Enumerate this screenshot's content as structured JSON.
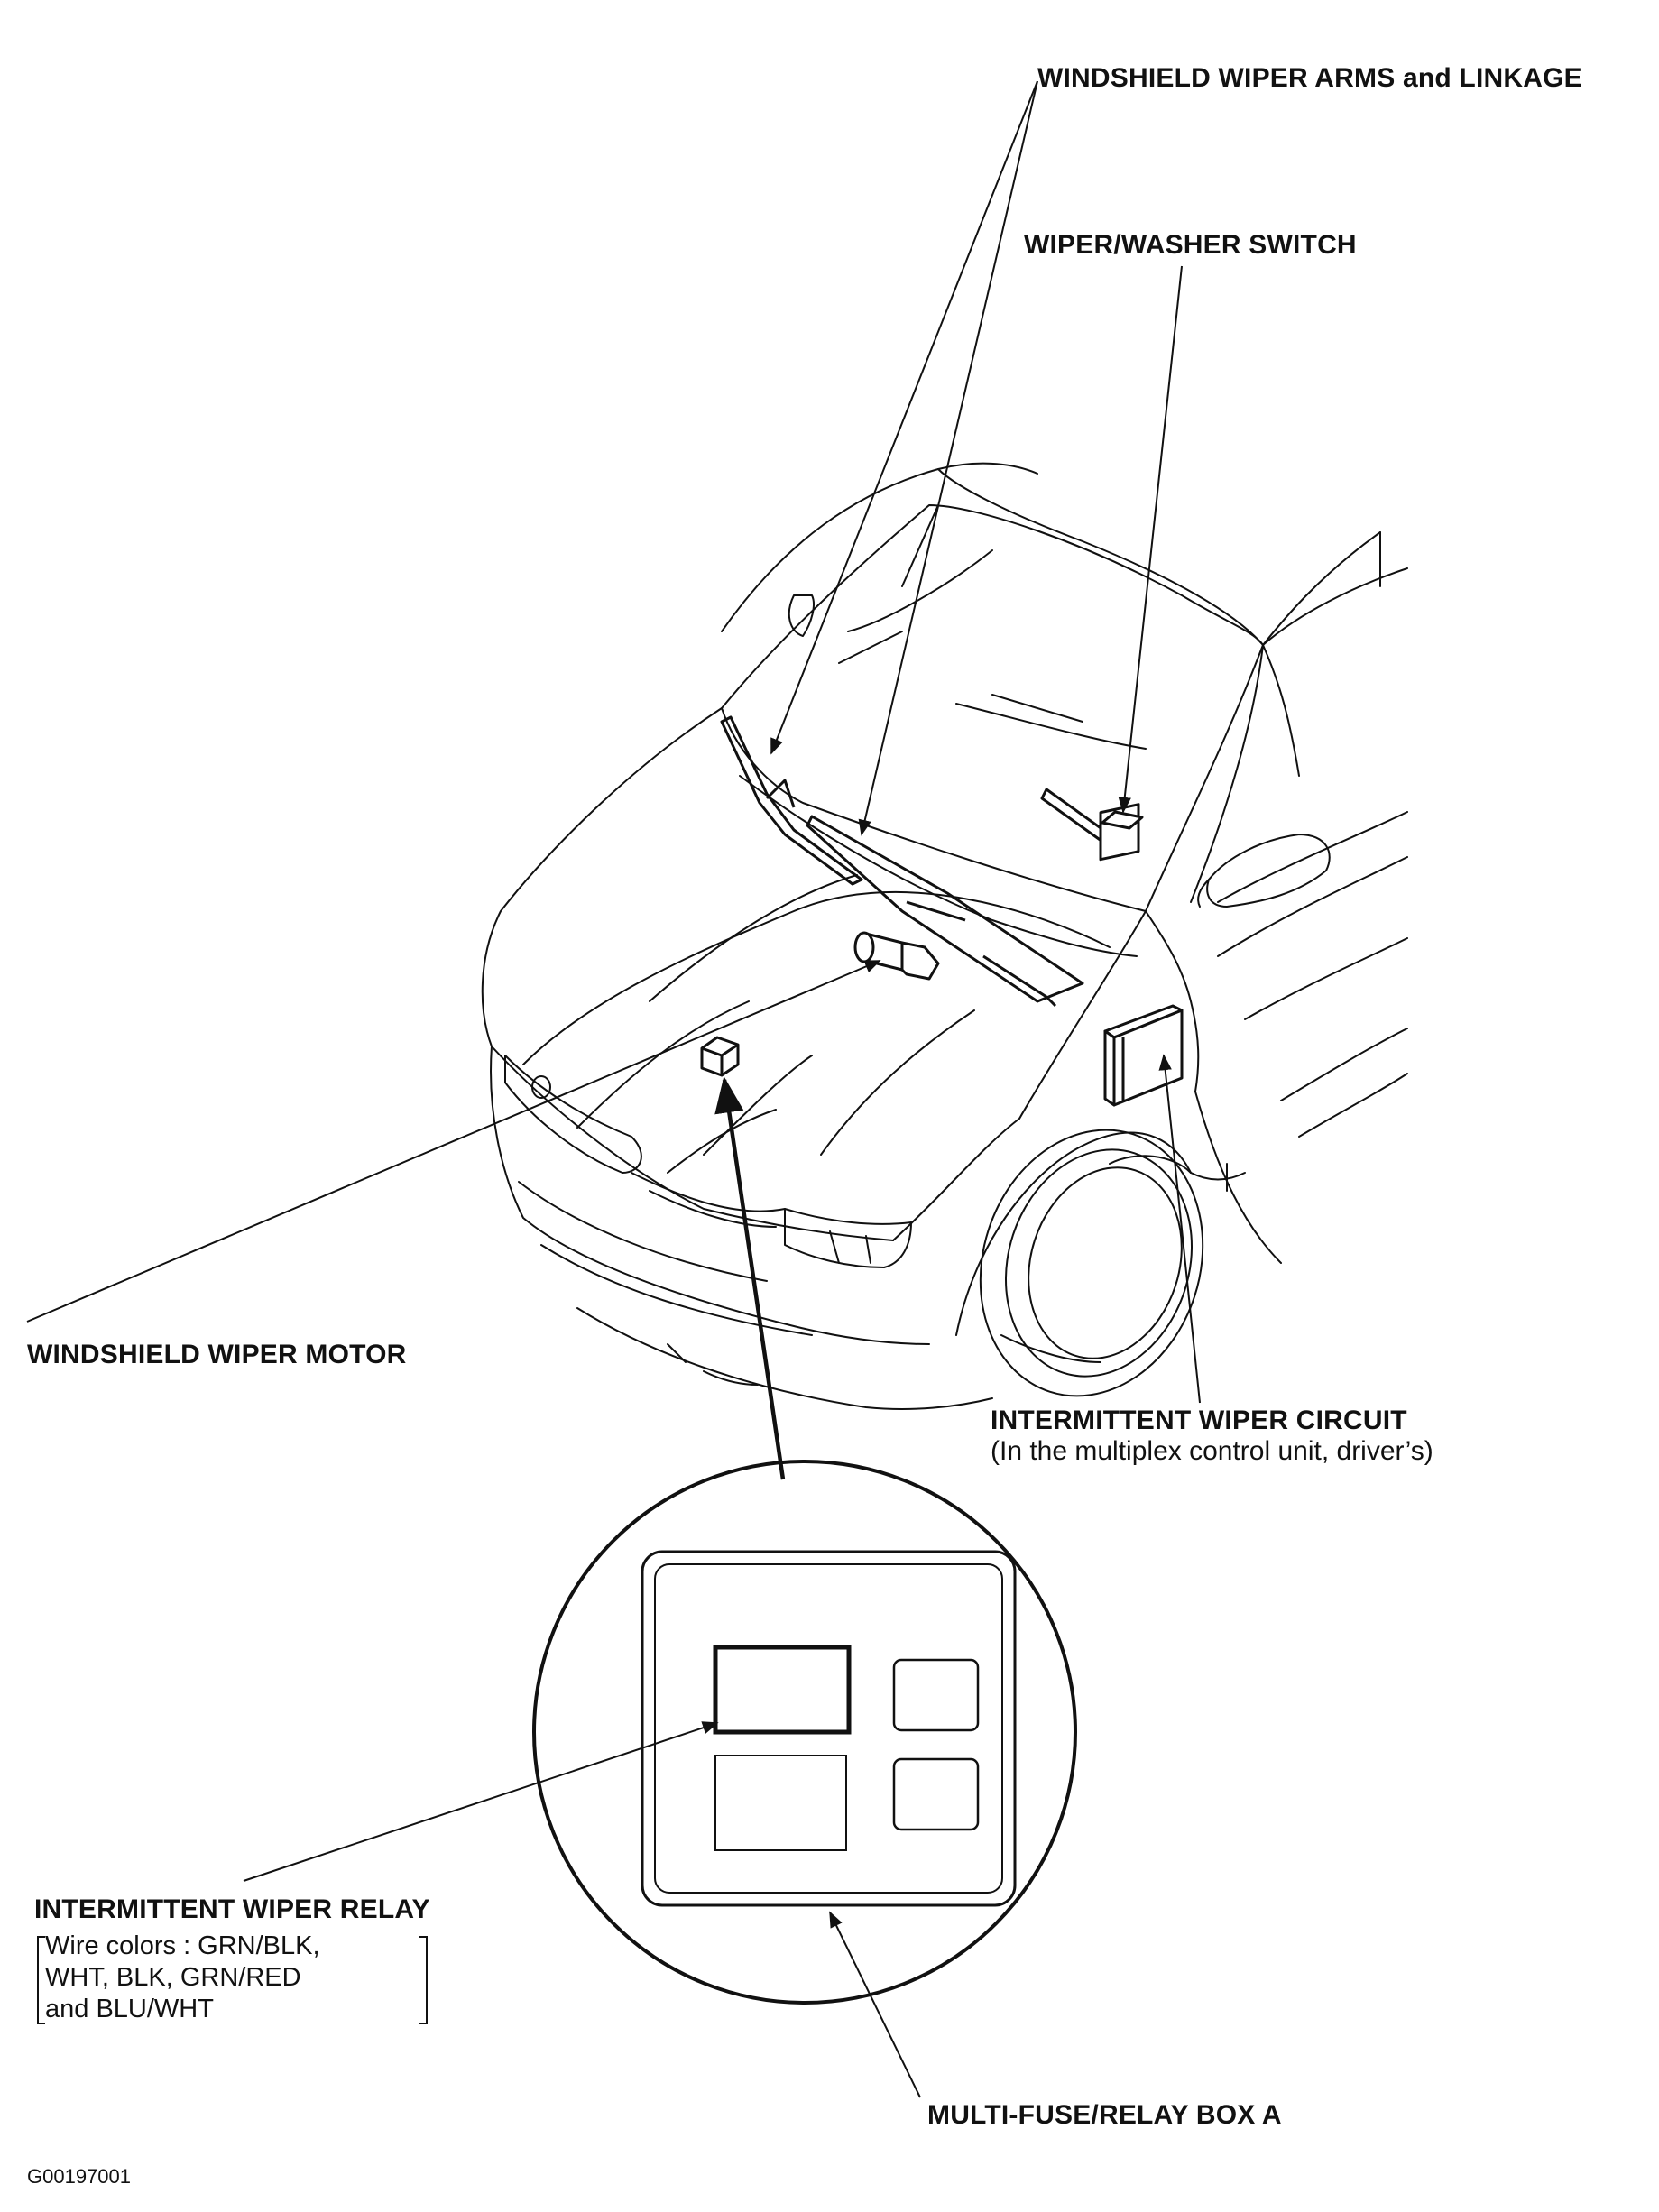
{
  "labels": {
    "wiper_arms": "WINDSHIELD WIPER ARMS and LINKAGE",
    "washer_switch": "WIPER/WASHER SWITCH",
    "wiper_motor": "WINDSHIELD WIPER MOTOR",
    "intermittent_circuit": "INTERMITTENT WIPER CIRCUIT",
    "intermittent_circuit_note": "(In the multiplex control unit, driver’s)",
    "intermittent_relay": "INTERMITTENT WIPER RELAY",
    "relay_wire_colors": [
      "Wire colors : GRN/BLK,",
      "WHT, BLK, GRN/RED",
      "and BLU/WHT"
    ],
    "fuse_box": "MULTI-FUSE/RELAY BOX A"
  },
  "figure_code": "G00197001"
}
